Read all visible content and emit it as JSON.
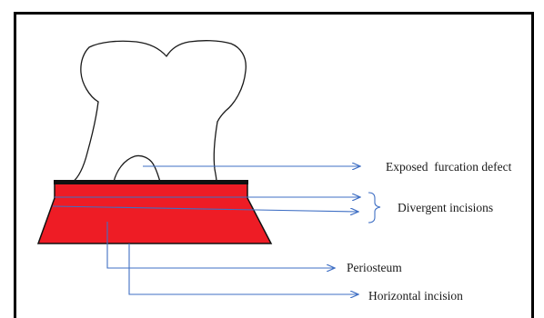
{
  "figure": {
    "labels": {
      "furcation": "Exposed  furcation defect",
      "divergent": "Divergent incisions",
      "periosteum": "Periosteum",
      "horizontal": "Horizontal incision"
    },
    "colors": {
      "frame": "#000000",
      "tooth_outline": "#1a1a1a",
      "flap_fill": "#ee1c25",
      "arrow": "#3f6fc4",
      "text": "#1a1a1a"
    }
  }
}
